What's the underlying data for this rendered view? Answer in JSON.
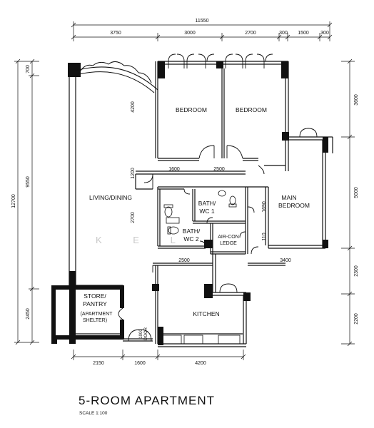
{
  "title": "5-ROOM APARTMENT",
  "scale": "SCALE 1:100",
  "watermark": "K E L",
  "rooms": {
    "bedroom_1": "BEDROOM",
    "bedroom_2": "BEDROOM",
    "living_dining": "LIVING/DINING",
    "bath_wc1_a": "BATH/",
    "bath_wc1_b": "WC 1",
    "main_bedroom_a": "MAIN",
    "main_bedroom_b": "BEDROOM",
    "bath_wc2_a": "BATH/",
    "bath_wc2_b": "WC 2",
    "aircon_a": "AIR-CON",
    "aircon_b": "LEDGE",
    "store_a": "STORE/",
    "store_b": "PANTRY",
    "store_c": "(APARTMENT",
    "store_c2": "SHELTER)",
    "kitchen": "KITCHEN"
  },
  "dimensions": {
    "top_total": "11550",
    "top_1": "3750",
    "top_2": "3000",
    "top_3": "2700",
    "top_4": "300",
    "top_5": "1500",
    "top_6": "300",
    "left_total": "12700",
    "left_1": "700",
    "left_2": "9550",
    "left_3": "2450",
    "right_1": "3600",
    "right_2": "5000",
    "right_3": "2300",
    "right_4": "2200",
    "bottom_1": "2150",
    "bottom_2": "1600",
    "bottom_3": "4200",
    "inner_4200": "4200",
    "inner_1200": "1200",
    "inner_1600": "1600",
    "inner_2500a": "2500",
    "inner_2700": "2700",
    "inner_1690": "1690",
    "inner_110": "110",
    "inner_2500b": "2500",
    "inner_3400": "3400"
  },
  "door_labels": {
    "door_1": "1000",
    "door_2": "DOOR"
  }
}
